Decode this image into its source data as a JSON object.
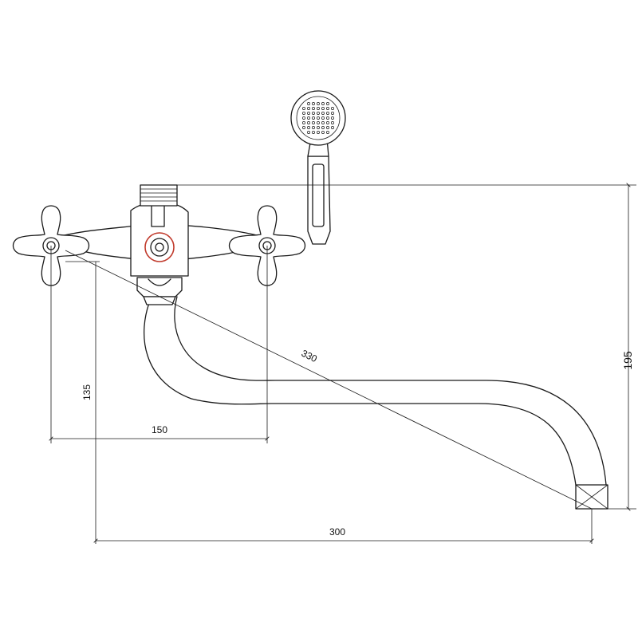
{
  "drawing": {
    "dimensions": {
      "overall_height": "195",
      "spout_height": "135",
      "handle_spacing": "150",
      "spout_reach": "300",
      "diagonal_length": "330"
    },
    "colors": {
      "line": "#1a1a1a",
      "accent": "#c0392b",
      "background": "#ffffff"
    }
  }
}
